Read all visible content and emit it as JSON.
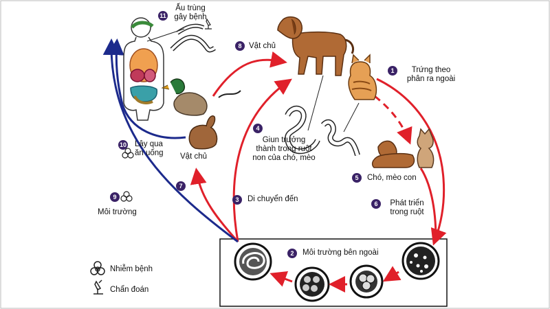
{
  "steps": [
    {
      "num": "1",
      "line1": "Trứng theo",
      "line2": "phân ra ngoài"
    },
    {
      "num": "2",
      "line1": "Môi trường bên ngoài"
    },
    {
      "num": "3",
      "line1": "Di chuyển đến"
    },
    {
      "num": "4",
      "line1": "Giun trưởng",
      "line2": "thành trong ruột",
      "line3": "non của chó, mèo"
    },
    {
      "num": "5",
      "line1": "Chó, mèo con"
    },
    {
      "num": "6",
      "line1": "Phát triển",
      "line2": "trong ruột"
    },
    {
      "num": "7",
      "line1": "Vật chủ"
    },
    {
      "num": "8",
      "line1": "Vật chủ"
    },
    {
      "num": "9",
      "line1": "Môi trường"
    },
    {
      "num": "10",
      "line1": "Lây qua",
      "line2": "ăn uống"
    },
    {
      "num": "11",
      "line1": "Ấu trùng",
      "line2": "gây bệnh"
    }
  ],
  "legend": {
    "infection": "Nhiễm bệnh",
    "diagnosis": "Chẩn đoán"
  },
  "colors": {
    "red_arrow": "#e0202a",
    "blue_arrow": "#1c2a8c",
    "badge": "#3a2266"
  },
  "icons": [
    "biohazard-icon",
    "microscope-icon"
  ]
}
